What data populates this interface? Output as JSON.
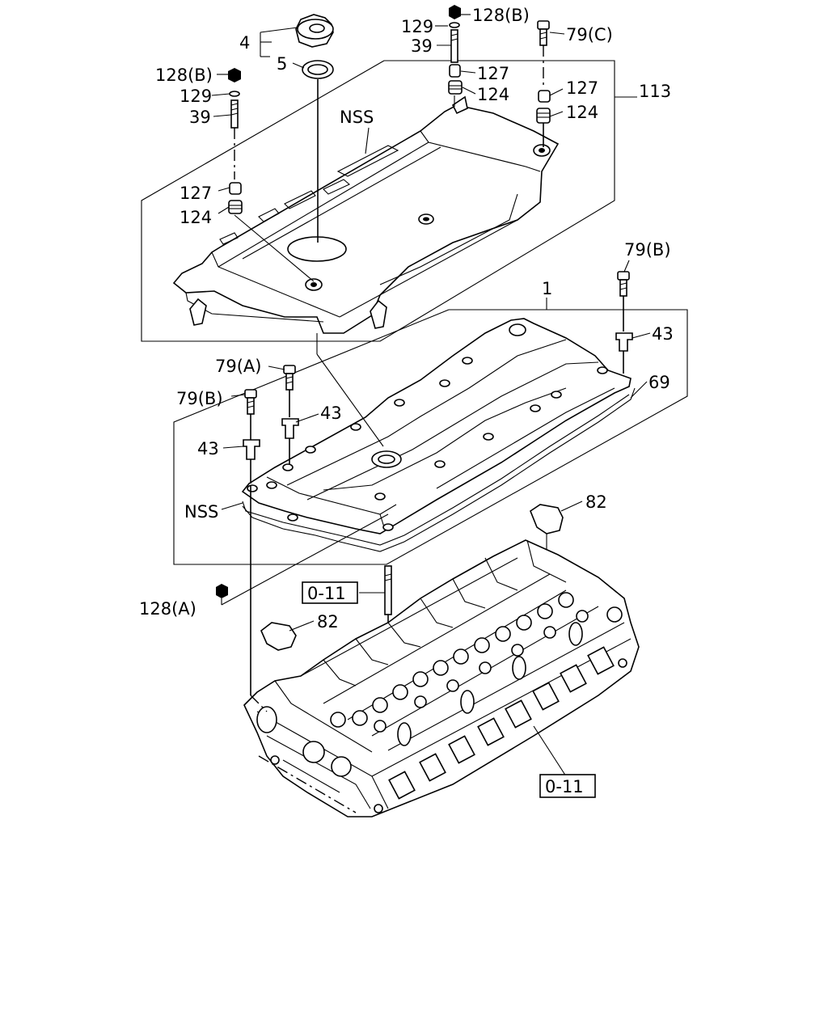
{
  "colors": {
    "ink": "#000000",
    "paper": "#ffffff"
  },
  "callouts": {
    "oil_filler_cap": "4",
    "oil_filler_gasket": "5",
    "nut_top_right": "128(B)",
    "washer_top_right": "129",
    "stud_top_right": "39",
    "collar_127_upper_mid": "127",
    "grommet_124_upper_mid": "124",
    "bolt_top_right": "79(C)",
    "collar_127_right": "127",
    "grommet_124_right": "124",
    "cover_assembly": "113",
    "nut_top_left": "128(B)",
    "washer_top_left": "129",
    "stud_top_left": "39",
    "collar_127_left": "127",
    "grommet_124_left": "124",
    "nss_upper": "NSS",
    "head_cover": "1",
    "bolt_right_b": "79(B)",
    "grommet_43_right": "43",
    "gasket_69": "69",
    "bolt_left_a": "79(A)",
    "bolt_left_b": "79(B)",
    "grommet_43_mid": "43",
    "grommet_43_left": "43",
    "nss_lower": "NSS",
    "plug_82_right": "82",
    "ref_box_upper": "0-11",
    "nut_lower_left": "128(A)",
    "plug_82_left": "82",
    "ref_box_lower": "0-11"
  }
}
